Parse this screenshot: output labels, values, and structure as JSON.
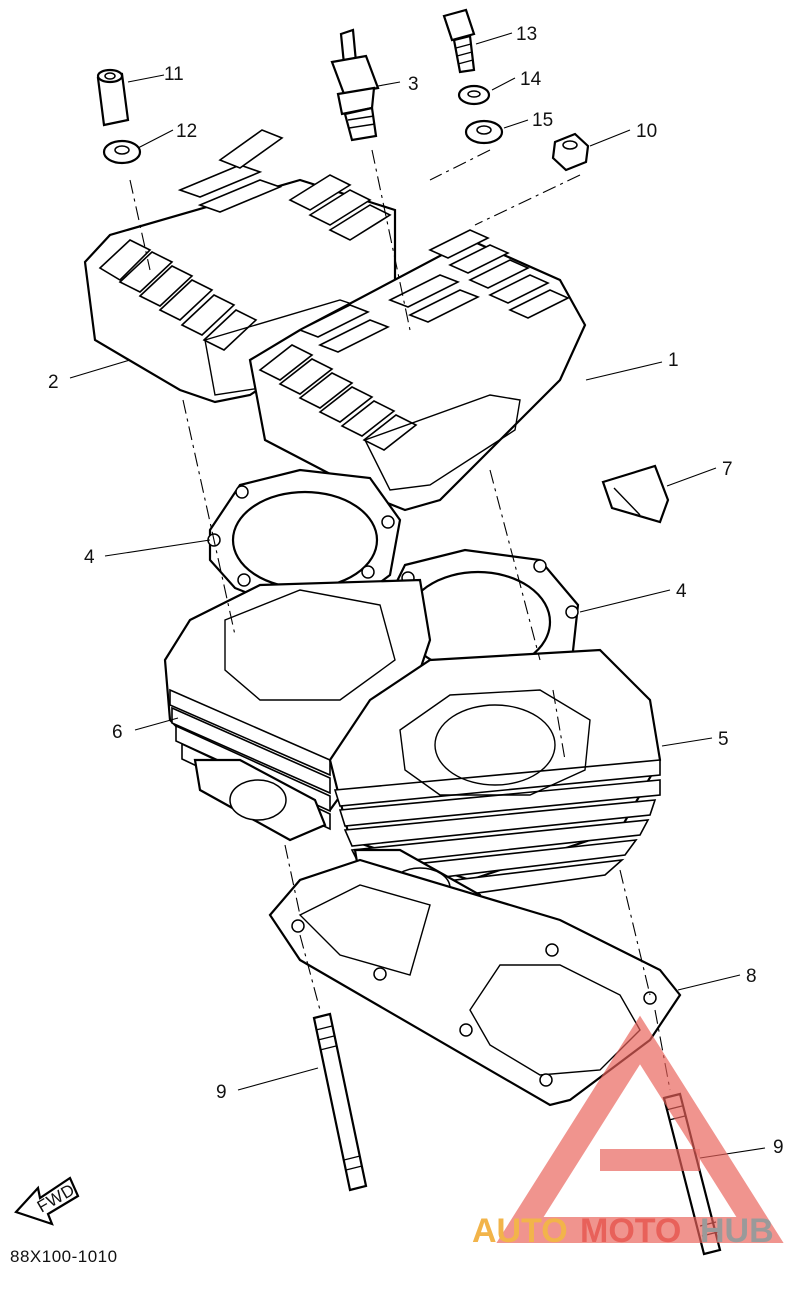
{
  "diagram": {
    "drawing_code": "88X100-1010",
    "fwd_arrow_text": "FWD",
    "callouts": {
      "c1": "1",
      "c2": "2",
      "c3": "3",
      "c4a": "4",
      "c4b": "4",
      "c5": "5",
      "c6": "6",
      "c7": "7",
      "c8": "8",
      "c9a": "9",
      "c9b": "9",
      "c10": "10",
      "c11": "11",
      "c12": "12",
      "c13": "13",
      "c14": "14",
      "c15": "15"
    }
  },
  "watermark": {
    "part1": "AUTO",
    "part2": "MOTO",
    "part3": "HUB",
    "colors": {
      "auto": "#f2b44a",
      "moto": "#e8615a",
      "hub": "#9a9a9a",
      "logo": "#e8615a"
    }
  }
}
